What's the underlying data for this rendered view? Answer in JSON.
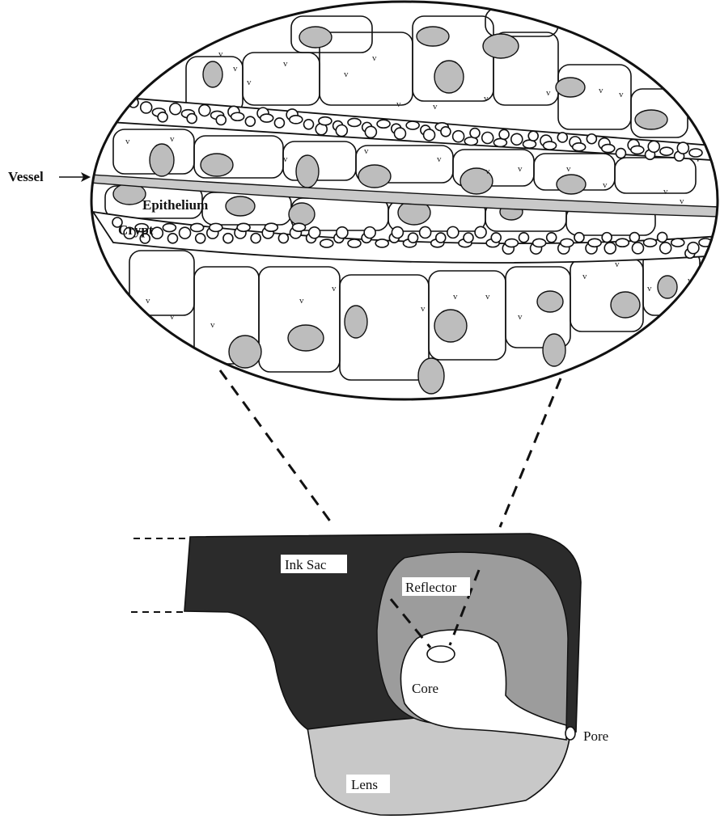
{
  "labels": {
    "vessel": "Vessel",
    "epithelium": "Epithelium",
    "crypt": "Crypt",
    "ink_sac": "Ink Sac",
    "reflector": "Reflector",
    "core": "Core",
    "pore": "Pore",
    "lens": "Lens"
  },
  "colors": {
    "ink_sac": "#2b2b2b",
    "reflector": "#9c9c9c",
    "core": "#ffffff",
    "lens": "#c8c8c8",
    "nucleus": "#bdbdbd",
    "vessel": "#c9c9c9",
    "line": "#111111"
  }
}
